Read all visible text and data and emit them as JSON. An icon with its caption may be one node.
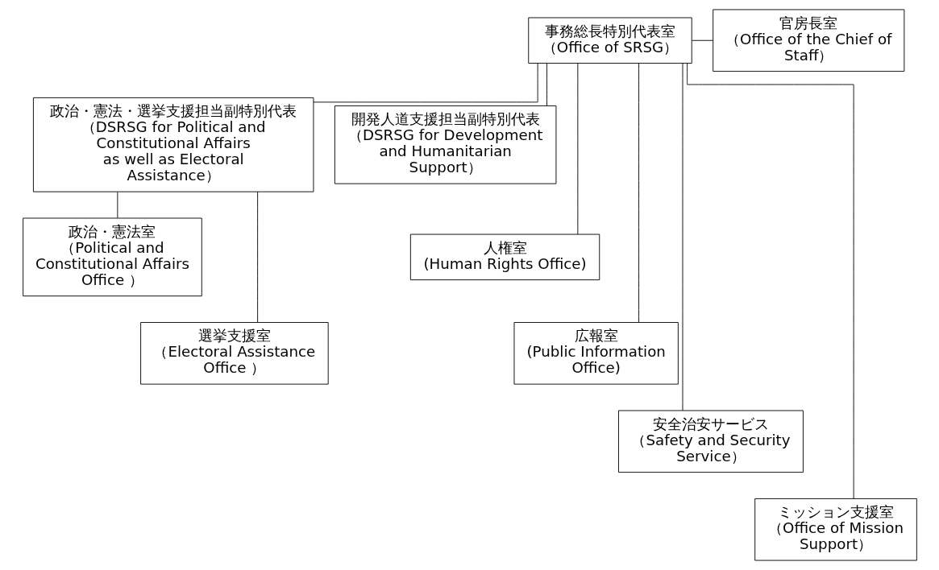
{
  "diagram": {
    "nodes": [
      {
        "text": [
          "事務総長特別代表室",
          "（Office of SRSG）"
        ]
      },
      {
        "text": [
          "官房長室",
          "（Office of the Chief of Staff）"
        ]
      },
      {
        "text": [
          "政治・憲法・選挙支援担当副特別代表",
          "（DSRSG for Political and Constitutional Affairs as well as Electoral Assistance）"
        ]
      },
      {
        "text": [
          "開発人道支援担当副特別代表",
          "（DSRSG for Development and Humanitarian Support）"
        ]
      },
      {
        "text": [
          "政治・憲法室",
          "（Political and Constitutional Affairs Office ）"
        ]
      },
      {
        "text": [
          "選挙支援室",
          "（Electoral Assistance Office ）"
        ]
      },
      {
        "text": [
          "人権室",
          "(Human Rights Office)"
        ]
      },
      {
        "text": [
          "広報室",
          "(Public Information Office)"
        ]
      },
      {
        "text": [
          "安全治安サービス",
          "（Safety and Security Service）"
        ]
      },
      {
        "text": [
          "ミッション支援室",
          "（Office of Mission Support）"
        ]
      }
    ],
    "edges": [
      {
        "from": 0,
        "to": 1,
        "arrow": "none"
      },
      {
        "from": 0,
        "to": 2,
        "arrow": "none"
      },
      {
        "from": 0,
        "to": 3,
        "arrow": "none"
      },
      {
        "from": 2,
        "to": 4,
        "arrow": "none"
      },
      {
        "from": 2,
        "to": 5,
        "arrow": "none"
      },
      {
        "from": 0,
        "to": 6,
        "arrow": "none"
      },
      {
        "from": 0,
        "to": 7,
        "arrow": "none"
      },
      {
        "from": 0,
        "to": 8,
        "arrow": "none"
      },
      {
        "from": 0,
        "to": 9,
        "arrow": "none"
      }
    ]
  }
}
